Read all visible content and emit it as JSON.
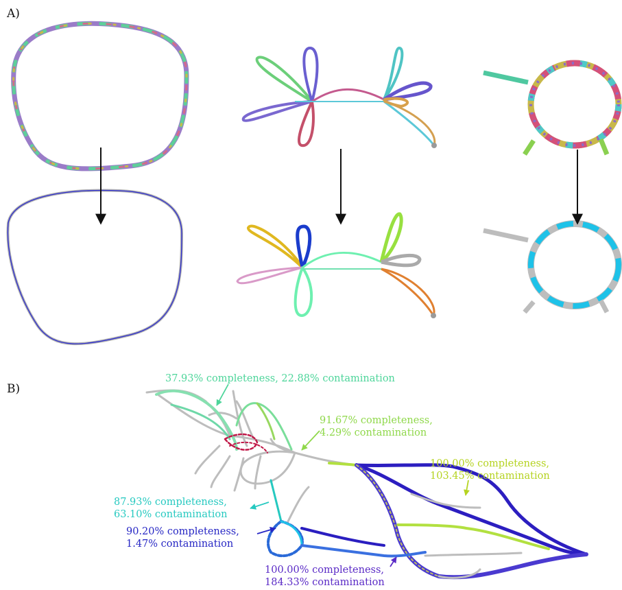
{
  "panels": {
    "a_label": "A)",
    "b_label": "B)"
  },
  "colors": {
    "c1": "#4dd59a",
    "c2": "#8fd84a",
    "c3": "#b5d320",
    "c4": "#26c9c0",
    "c5": "#2626c4",
    "c6": "#5a2ac6",
    "arrow": "#111111",
    "graph_gray": "#bdbdbd"
  },
  "annotations": [
    {
      "line1": "37.93% completeness, 22.88% contamination",
      "line2": ""
    },
    {
      "line1": "91.67% completeness,",
      "line2": "4.29% contamination"
    },
    {
      "line1": "100.00% completeness,",
      "line2": "103.45% contamination"
    },
    {
      "line1": "87.93% completeness,",
      "line2": "63.10% contamination"
    },
    {
      "line1": "90.20% completeness,",
      "line2": "1.47% contamination"
    },
    {
      "line1": "100.00% completeness,",
      "line2": "184.33% contamination"
    }
  ]
}
